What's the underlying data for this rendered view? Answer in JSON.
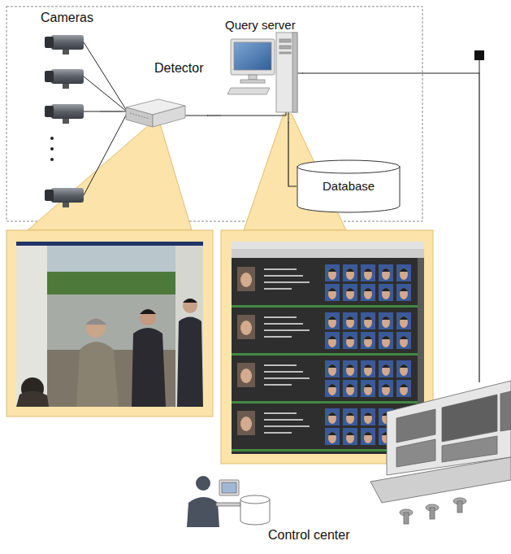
{
  "diagram": {
    "nodes": [
      {
        "text": [
          "Cameras"
        ]
      },
      {
        "text": [
          "Detector"
        ]
      },
      {
        "text": [
          "Query server"
        ]
      },
      {
        "text": [
          "Database"
        ]
      },
      {
        "text": [
          "Control center"
        ]
      }
    ],
    "edges": [
      {
        "from": 0,
        "to": 1,
        "arrow": "none"
      },
      {
        "from": 1,
        "to": 2,
        "arrow": "none"
      },
      {
        "from": 2,
        "to": 3,
        "arrow": "none"
      },
      {
        "from": 2,
        "to": 4,
        "arrow": "none"
      }
    ]
  }
}
